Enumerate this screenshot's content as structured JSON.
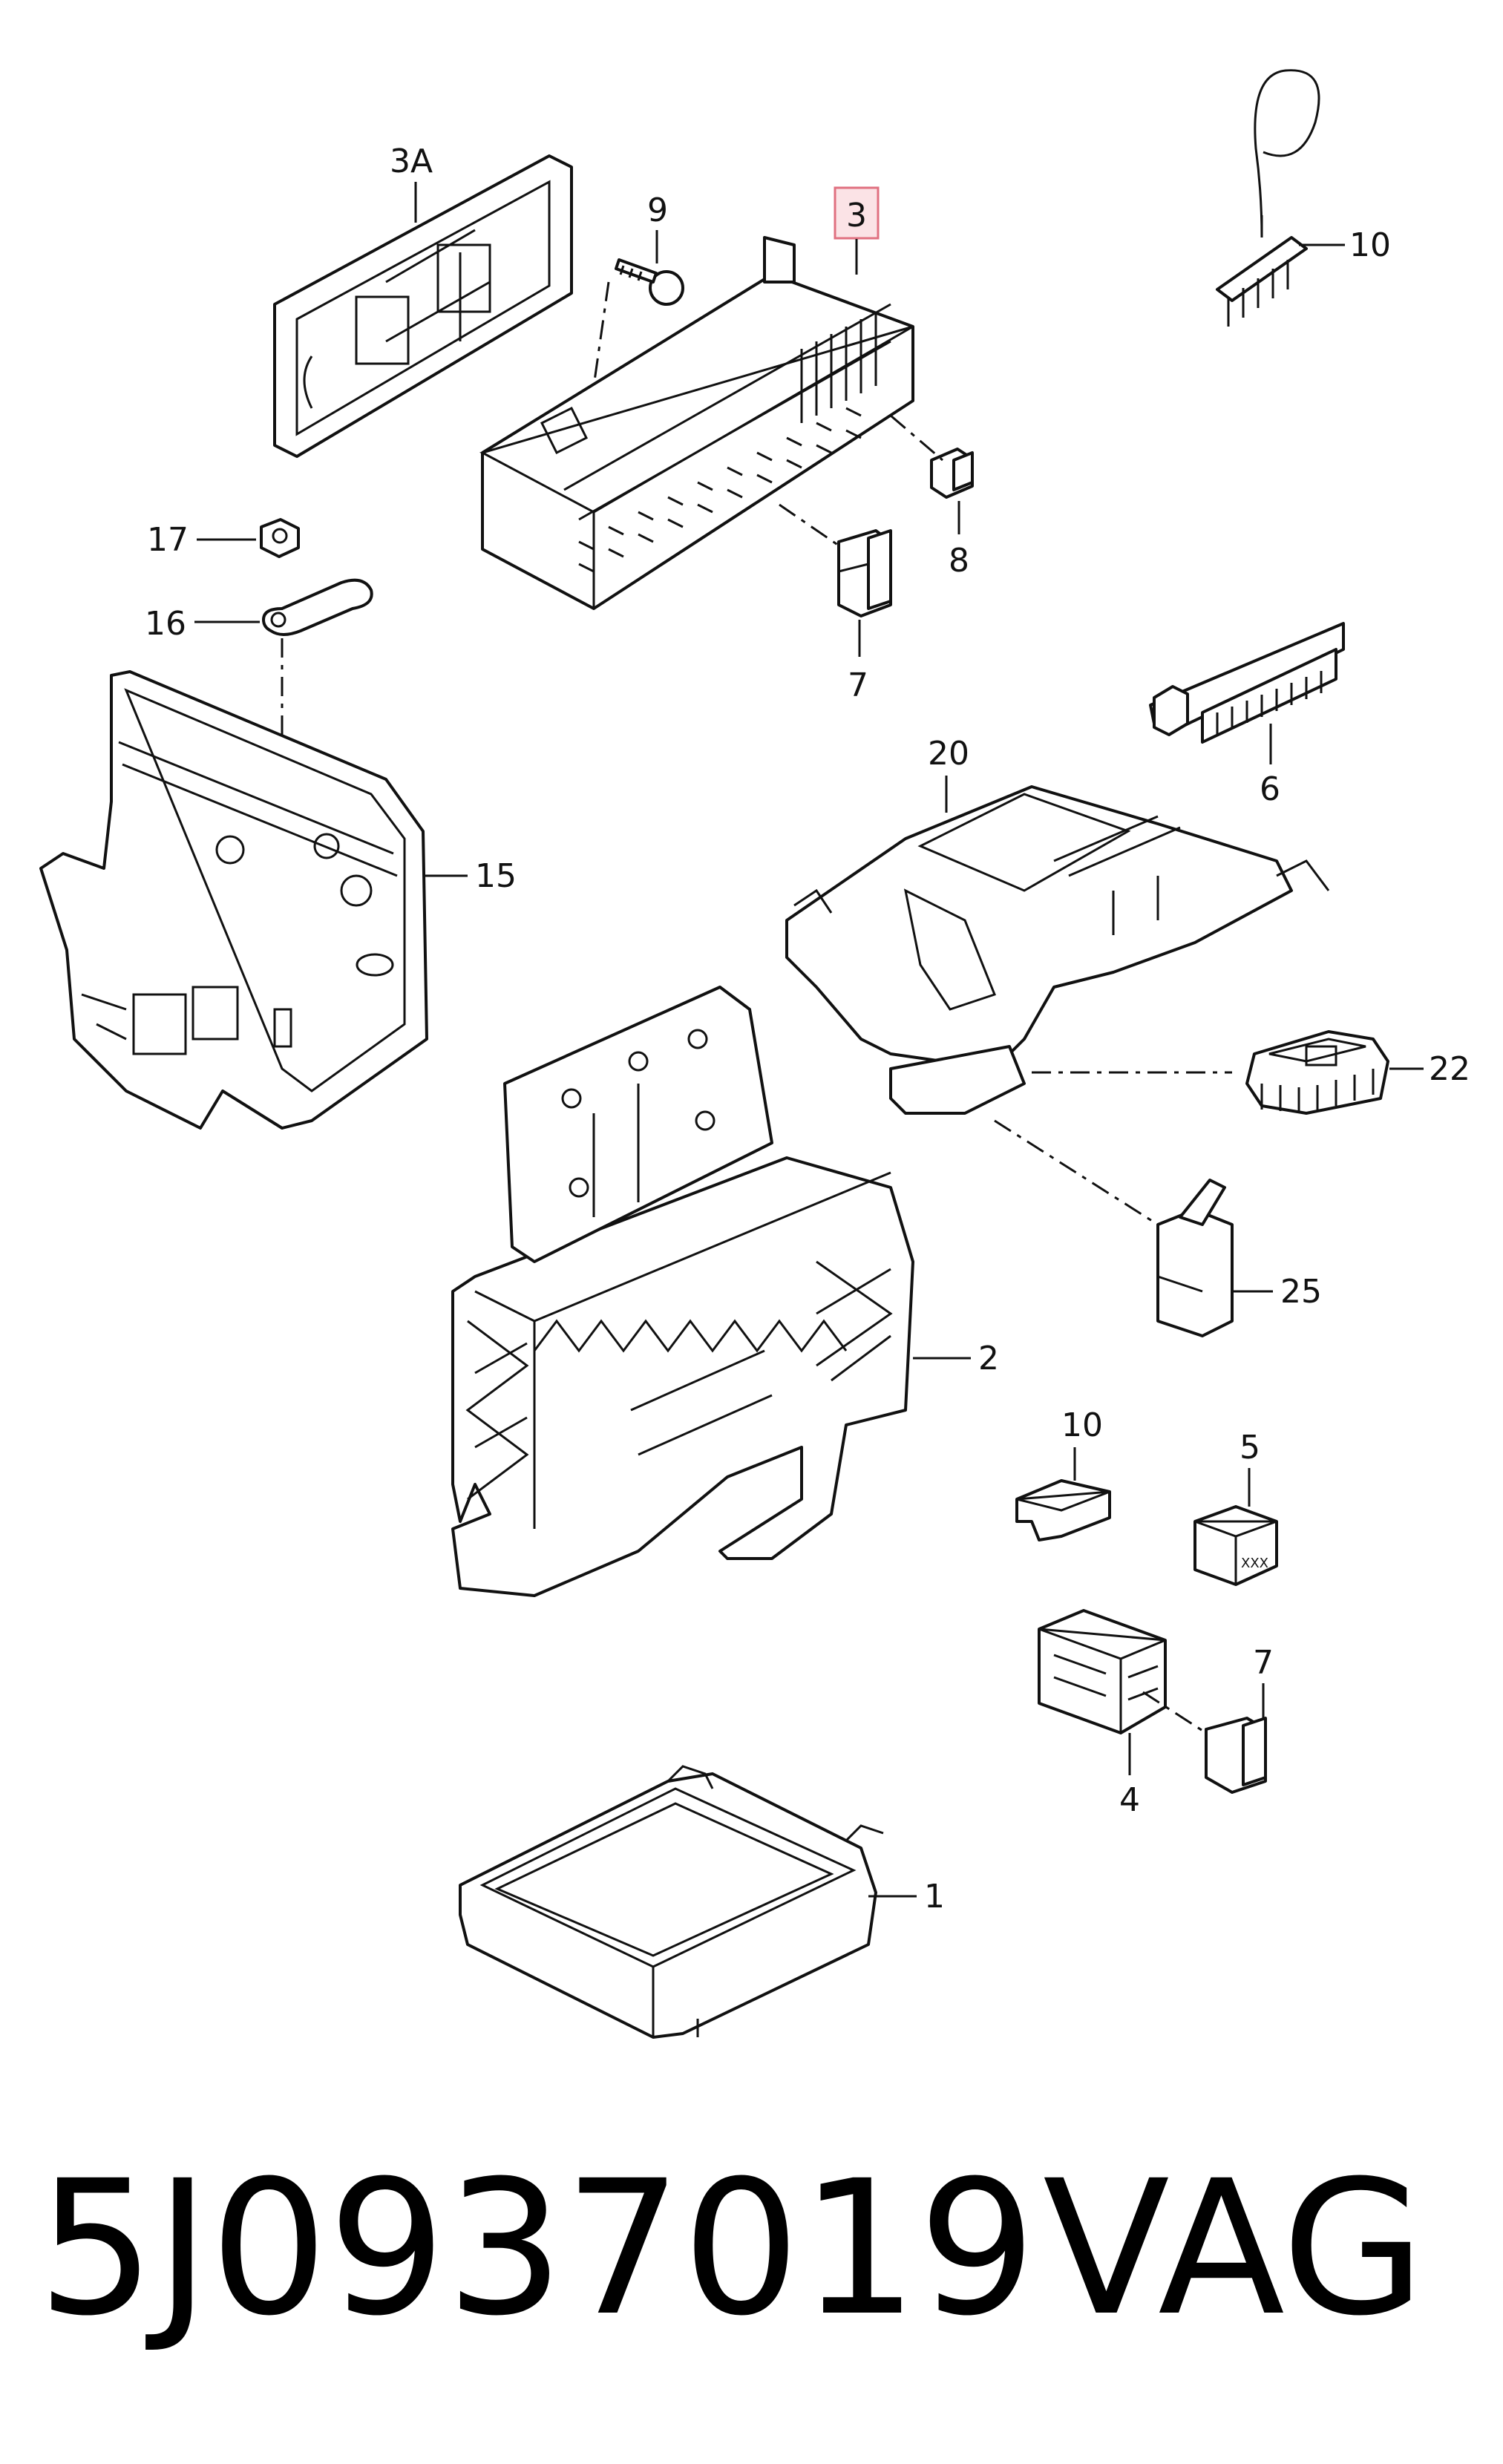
{
  "callouts": {
    "c3A": "3A",
    "c9": "9",
    "c3": "3",
    "c10_top": "10",
    "c17": "17",
    "c16": "16",
    "c8": "8",
    "c7_top": "7",
    "c6": "6",
    "c20": "20",
    "c15": "15",
    "c22": "22",
    "c25": "25",
    "c2": "2",
    "c10_mid": "10",
    "c5": "5",
    "c7_low": "7",
    "c4": "4",
    "c1": "1",
    "relay_mark": "XXX"
  },
  "footer": {
    "part_number": "5J0937019",
    "maker": "VAG"
  },
  "colors": {
    "line": "#111111",
    "highlight_box": "#e07080",
    "highlight_fill": "#fbe3e6"
  }
}
